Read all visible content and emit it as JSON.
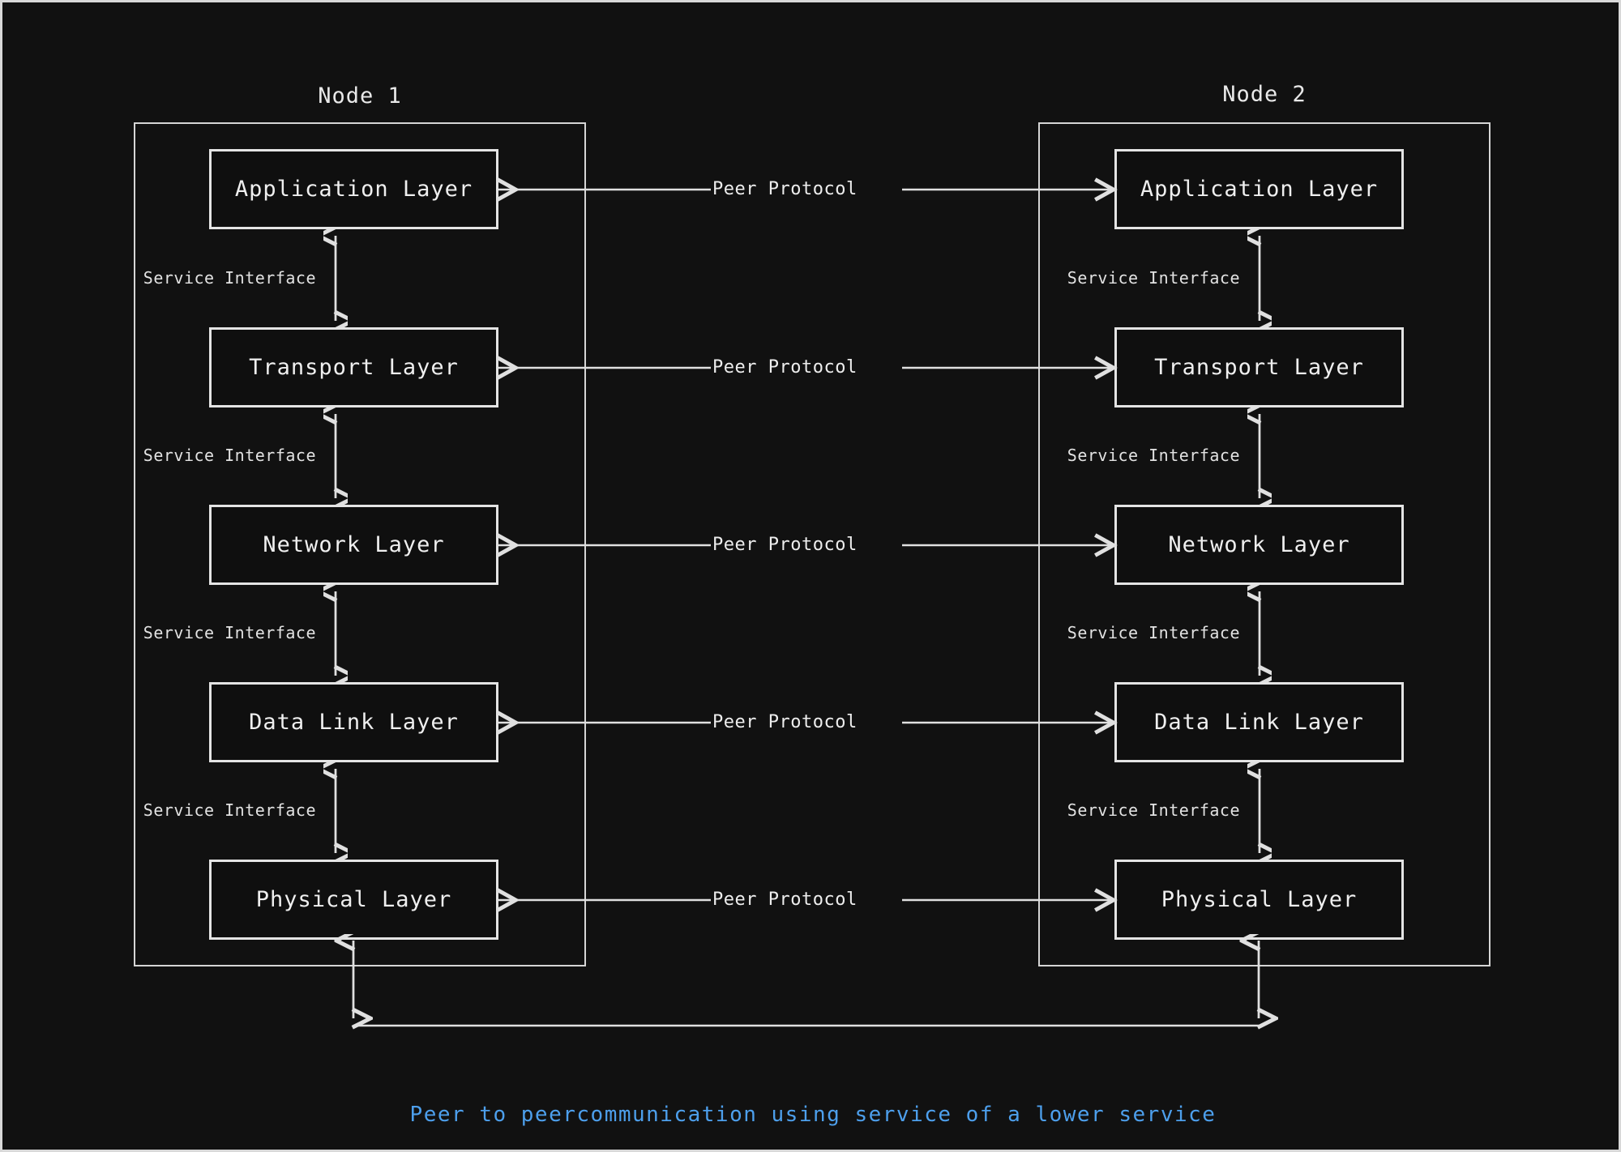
{
  "figure": {
    "caption": "Peer to peercommunication using service of a lower service",
    "caption_color": "#4d9fec",
    "background_color": "#111111",
    "line_color": "#e0e0e0",
    "text_color": "#efefef"
  },
  "nodes": [
    {
      "title": "Node 1",
      "side": "left"
    },
    {
      "title": "Node 2",
      "side": "right"
    }
  ],
  "layers": [
    {
      "name": "Application Layer"
    },
    {
      "name": "Transport Layer"
    },
    {
      "name": "Network Layer"
    },
    {
      "name": "Data Link Layer"
    },
    {
      "name": "Physical Layer"
    }
  ],
  "links": {
    "peer_protocol_label": "Peer Protocol",
    "service_interface_label": "Service Interface",
    "peer_protocol_count": 5,
    "service_interface_count": 4
  }
}
